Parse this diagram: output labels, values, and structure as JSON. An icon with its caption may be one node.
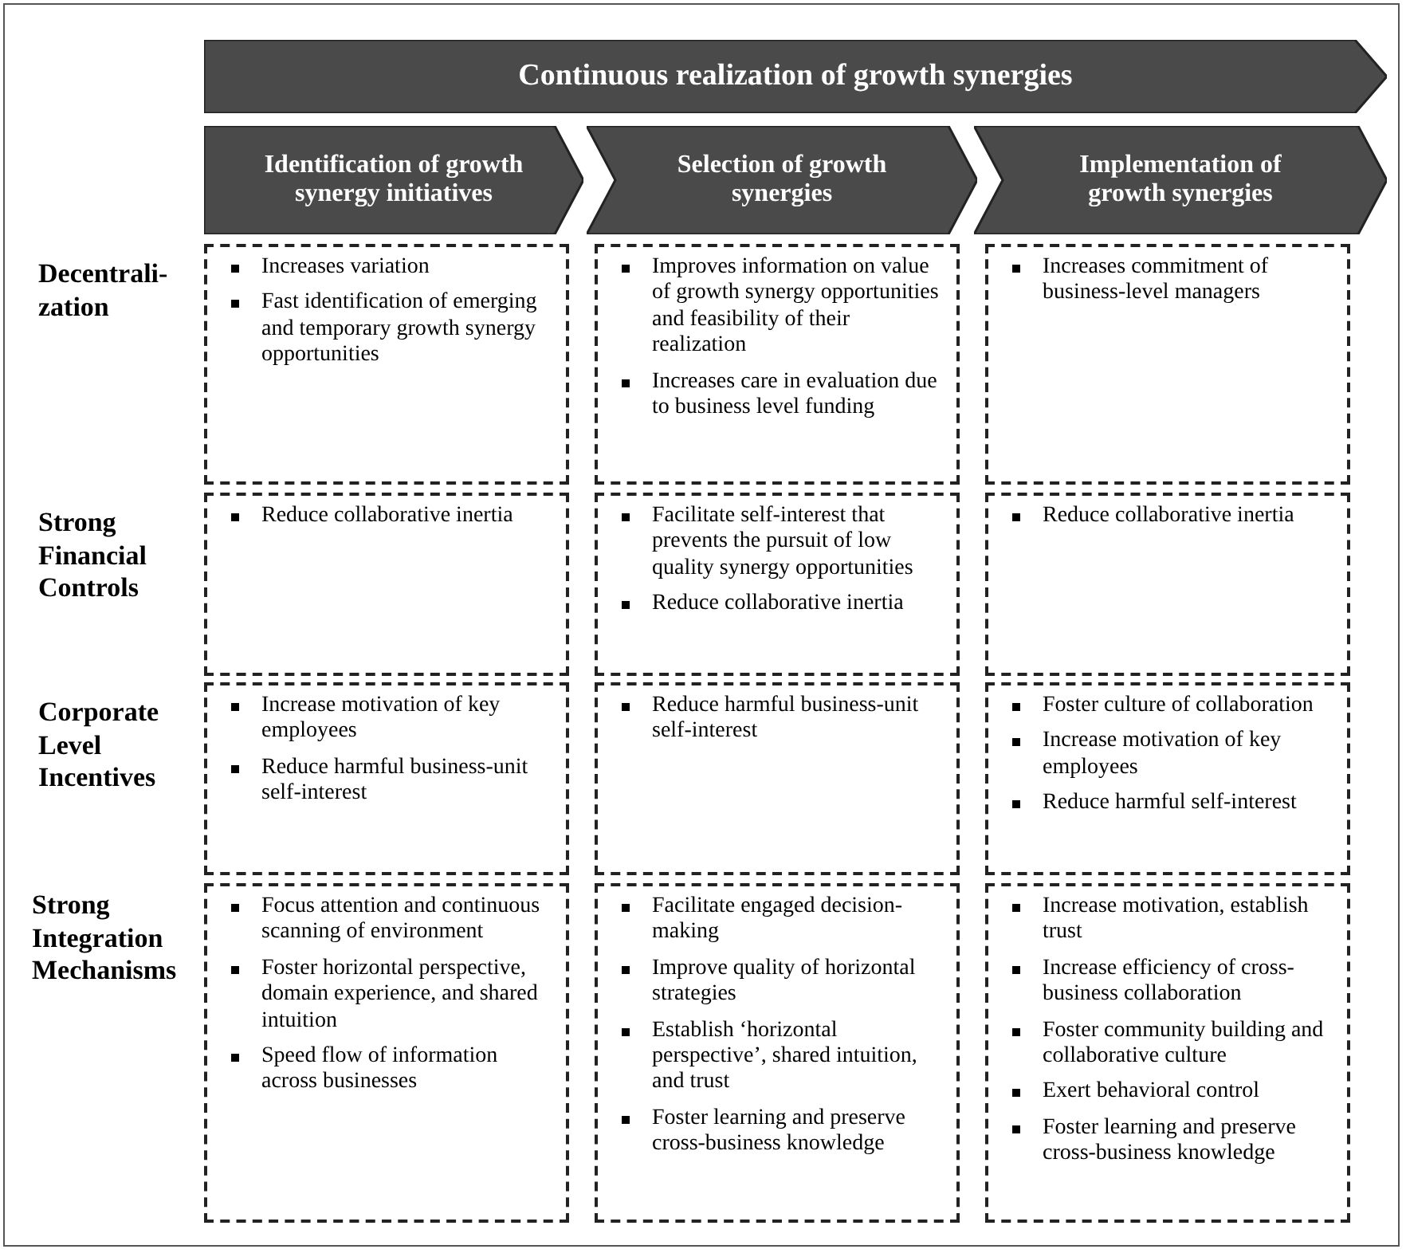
{
  "diagram": {
    "nodes": [
      {
        "text": [
          "Continuous realization of growth synergies"
        ]
      },
      {
        "text": [
          "Identification of growth synergy initiatives"
        ]
      },
      {
        "text": [
          "Selection of growth synergies"
        ]
      },
      {
        "text": [
          "Implementation of growth synergies"
        ]
      },
      {
        "text": [
          "Increases variation",
          "Fast identification of emerging and temporary growth synergy opportunities"
        ]
      },
      {
        "text": [
          "Improves information on value of growth synergy opportunities and feasibility of their realization",
          "Increases care in evaluation due to business level funding"
        ]
      },
      {
        "text": [
          "Increases commitment of business-level managers"
        ]
      },
      {
        "text": [
          "Reduce collaborative inertia"
        ]
      },
      {
        "text": [
          "Facilitate self-interest that prevents the pursuit of low quality synergy opportunities",
          "Reduce collaborative inertia"
        ]
      },
      {
        "text": [
          "Reduce collaborative inertia"
        ]
      },
      {
        "text": [
          "Increase motivation of key employees",
          "Reduce harmful business-unit self-interest"
        ]
      },
      {
        "text": [
          "Reduce harmful business-unit self-interest"
        ]
      },
      {
        "text": [
          "Foster culture of collaboration",
          "Increase motivation of key employees",
          "Reduce harmful self-interest"
        ]
      },
      {
        "text": [
          "Focus attention and continuous scanning of environment",
          "Foster horizontal perspective, domain experience, and shared intuition",
          "Speed flow of information across businesses"
        ]
      },
      {
        "text": [
          "Facilitate engaged decision-making",
          "Improve quality of horizontal strategies",
          "Establish ‘horizontal perspective’, shared intuition, and trust",
          "Foster learning and preserve cross-business knowledge"
        ]
      },
      {
        "text": [
          "Increase motivation, establish trust",
          "Increase efficiency of cross-business collaboration",
          "Foster community building and collaborative culture",
          "Exert behavioral control",
          "Foster learning and preserve cross-business knowledge"
        ]
      }
    ],
    "labels": [
      "Decentrali-zation",
      "Strong Financial Controls",
      "Corporate Level Incentives",
      "Strong Integration Mechanisms"
    ]
  }
}
